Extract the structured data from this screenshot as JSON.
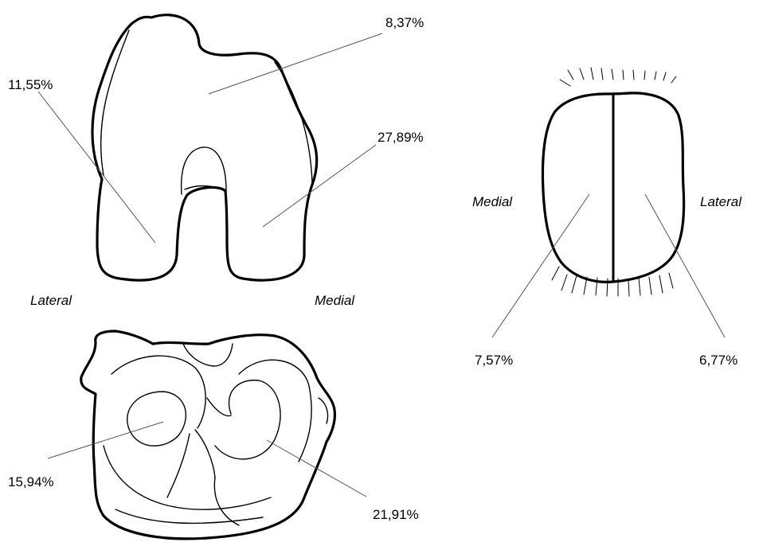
{
  "femur": {
    "label_lateral": "Lateral",
    "label_medial": "Medial",
    "values": {
      "trochlea": "8,37%",
      "lateral_condyle": "11,55%",
      "medial_condyle": "27,89%"
    }
  },
  "patella": {
    "label_medial": "Medial",
    "label_lateral": "Lateral",
    "values": {
      "medial_facet": "7,57%",
      "lateral_facet": "6,77%"
    }
  },
  "tibia": {
    "values": {
      "lateral_plateau": "15,94%",
      "medial_plateau": "21,91%"
    }
  }
}
